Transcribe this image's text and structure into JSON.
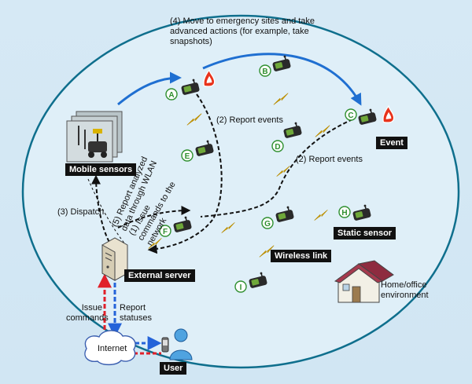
{
  "labels": {
    "step4": "(4) Move to emergency sites and take advanced actions (for example, take snapshots)",
    "step2a": "(2) Report events",
    "step2b": "(2) Report events",
    "step5": "(5) Report analyzed data through WLAN",
    "step1": "(1) Issue commands to the network",
    "step3": "(3) Dispatch",
    "issue_commands": "Issue commands",
    "report_statuses": "Report statuses",
    "home_office": "Home/office environment",
    "internet": "Internet"
  },
  "boxes": {
    "mobile_sensors": "Mobile sensors",
    "event": "Event",
    "static_sensor": "Static sensor",
    "wireless_link": "Wireless link",
    "external_server": "External server",
    "user": "User"
  },
  "nodes": [
    "A",
    "B",
    "C",
    "D",
    "E",
    "F",
    "G",
    "H",
    "I"
  ],
  "colors": {
    "ellipse_fill": "#dfeff8",
    "ellipse_stroke": "#0f6f8d",
    "move_arrow": "#1f6fd1",
    "lightning": "#f2c200",
    "event_red": "#e8331c",
    "issue_red": "#e0202a",
    "report_blue": "#2463d9",
    "node_green": "#2f8f2f"
  }
}
